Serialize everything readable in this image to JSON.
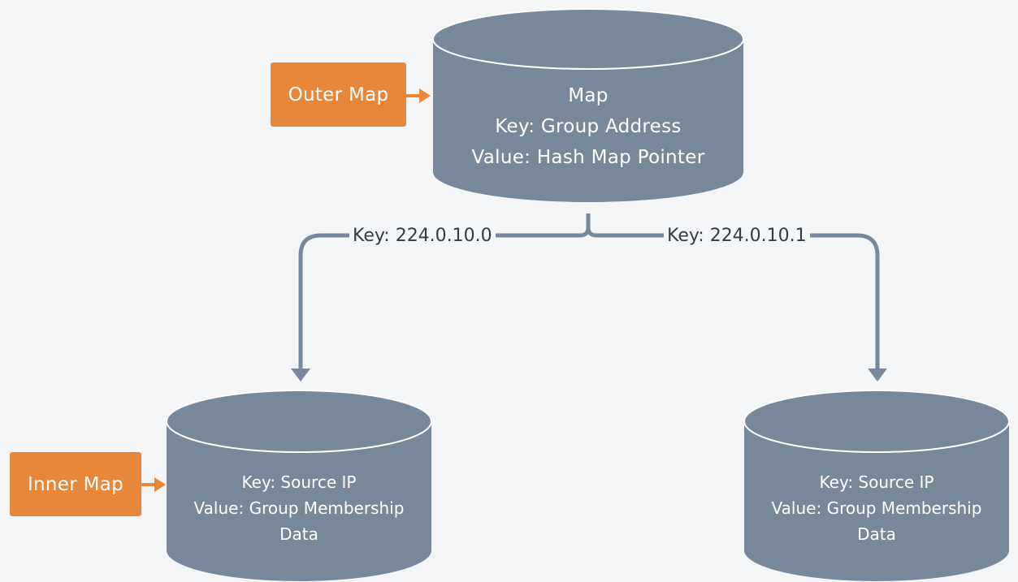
{
  "colors": {
    "background": "#f4f5f7",
    "cylinder": "#77889a",
    "cylinder_rim": "#ffffff",
    "connector": "#77889a",
    "tag": "#e8873a",
    "text_on_dark": "#ffffff",
    "label_text": "#333c46"
  },
  "tags": {
    "outer": "Outer Map",
    "inner": "Inner Map"
  },
  "outer_db": {
    "line1": "Map",
    "line2": "Key: Group Address",
    "line3": "Value: Hash Map Pointer"
  },
  "edges": {
    "left_label": "Key: 224.0.10.0",
    "right_label": "Key: 224.0.10.1"
  },
  "inner_left_db": {
    "line1": "Key: Source IP",
    "line2": "Value: Group Membership",
    "line3": "Data"
  },
  "inner_right_db": {
    "line1": "Key: Source IP",
    "line2": "Value: Group Membership",
    "line3": "Data"
  }
}
